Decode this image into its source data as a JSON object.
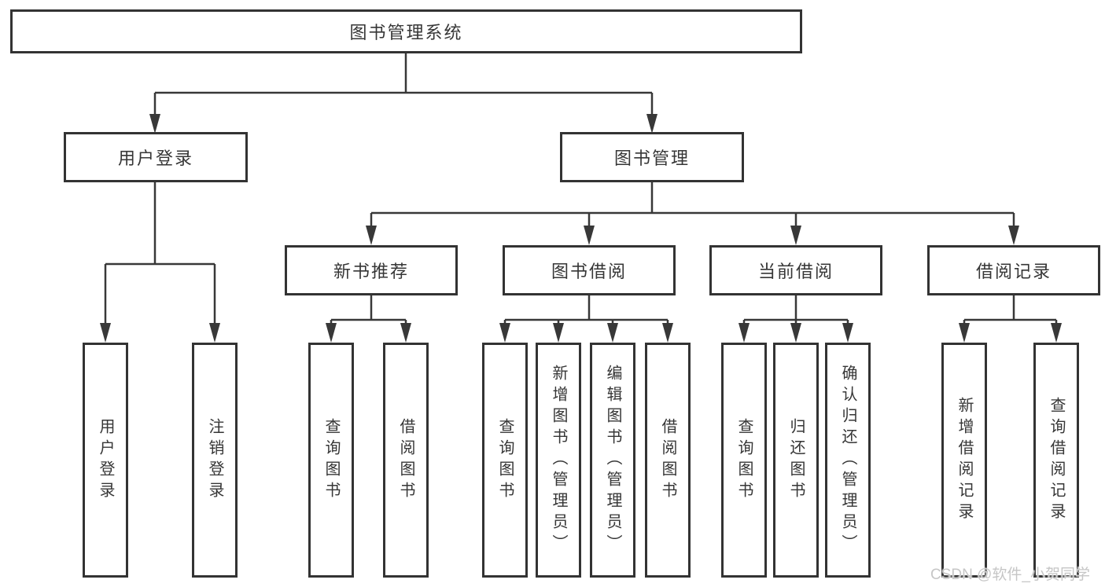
{
  "tree": {
    "root": {
      "label": "图书管理系统"
    },
    "branches": [
      {
        "label": "用户登录",
        "children": [
          {
            "label": "用户登录"
          },
          {
            "label": "注销登录"
          }
        ]
      },
      {
        "label": "图书管理",
        "children": [
          {
            "label": "新书推荐",
            "children": [
              {
                "label": "查询图书"
              },
              {
                "label": "借阅图书"
              }
            ]
          },
          {
            "label": "图书借阅",
            "children": [
              {
                "label": "查询图书"
              },
              {
                "label": "新增图书（管理员）"
              },
              {
                "label": "编辑图书（管理员）"
              },
              {
                "label": "借阅图书"
              }
            ]
          },
          {
            "label": "当前借阅",
            "children": [
              {
                "label": "查询图书"
              },
              {
                "label": "归还图书"
              },
              {
                "label": "确认归还（管理员）"
              }
            ]
          },
          {
            "label": "借阅记录",
            "children": [
              {
                "label": "新增借阅记录"
              },
              {
                "label": "查询借阅记录"
              }
            ]
          }
        ]
      }
    ]
  },
  "watermark": {
    "text": "CSDN @软件_小贺同学"
  },
  "colors": {
    "line": "#383838",
    "box_border": "#333333",
    "text": "#363636",
    "background": "#ffffff",
    "watermark": "#c6c6c6"
  }
}
